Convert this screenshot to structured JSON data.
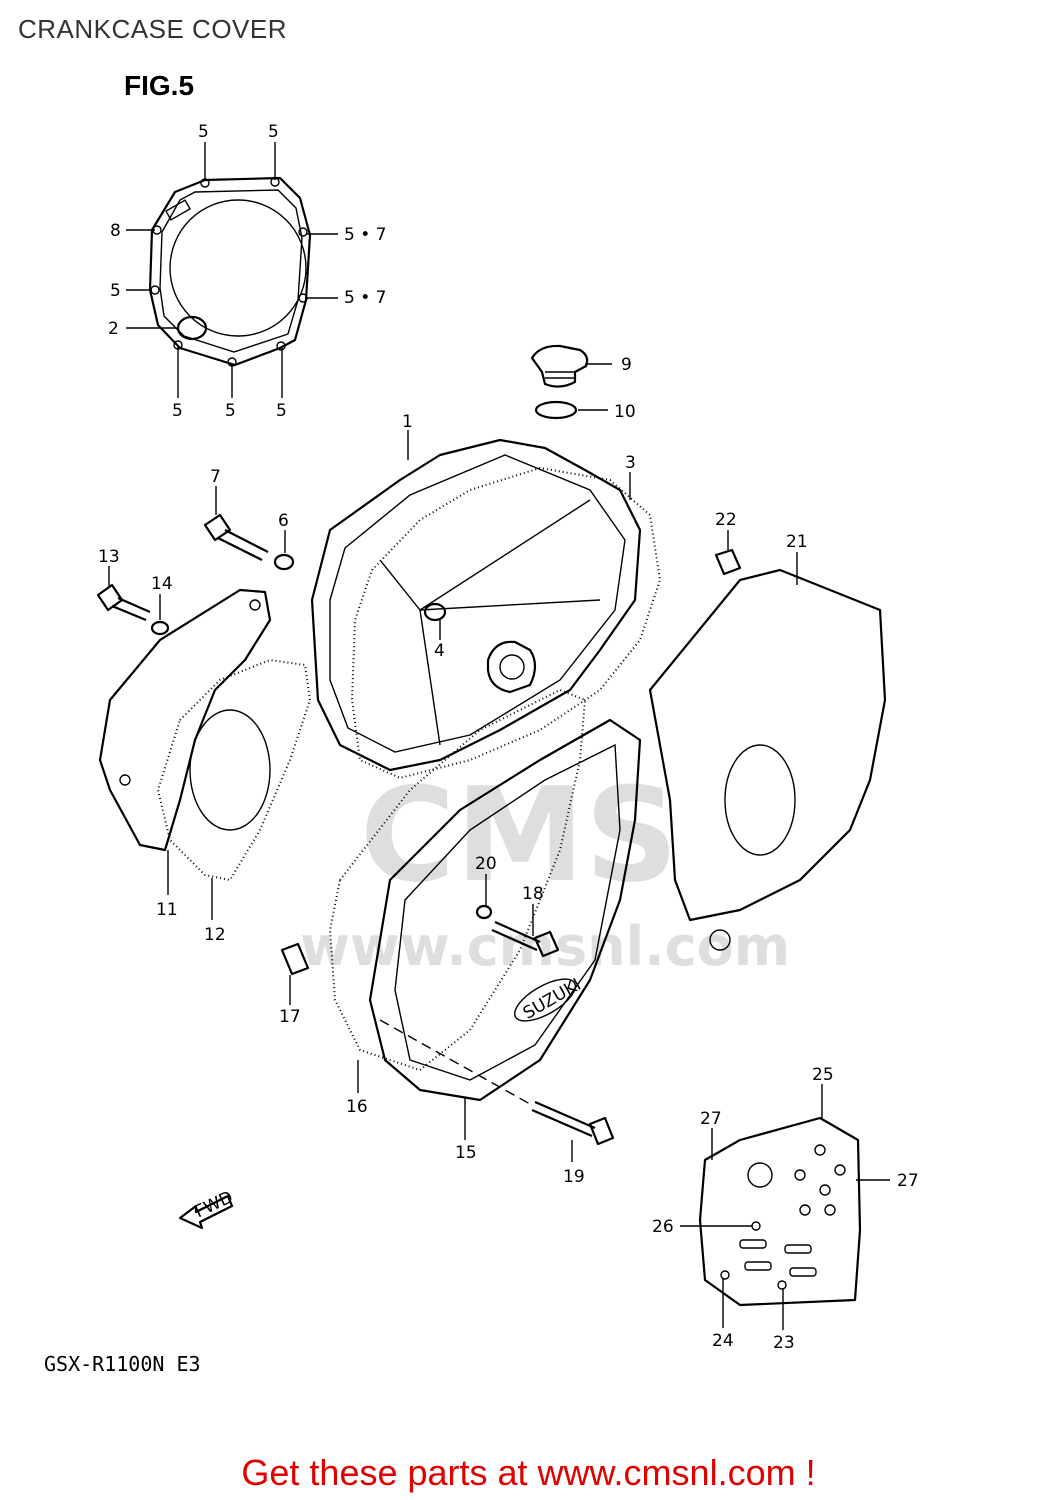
{
  "page_title": "CRANKCASE COVER",
  "figure_label": "FIG.5",
  "model_code": "GSX-R1100N E3",
  "watermark": {
    "brand": "CMS",
    "url": "www.cmsnl.com"
  },
  "cover_logo": "SUZUKI",
  "fwd_label": "FWD",
  "cta_text": "Get these parts at www.cmsnl.com !",
  "callouts": [
    "1",
    "2",
    "3",
    "4",
    "5",
    "6",
    "5 • 7",
    "7",
    "8",
    "9",
    "10",
    "11",
    "12",
    "13",
    "14",
    "15",
    "16",
    "17",
    "18",
    "19",
    "20",
    "21",
    "22",
    "23",
    "24",
    "25",
    "26",
    "27"
  ]
}
